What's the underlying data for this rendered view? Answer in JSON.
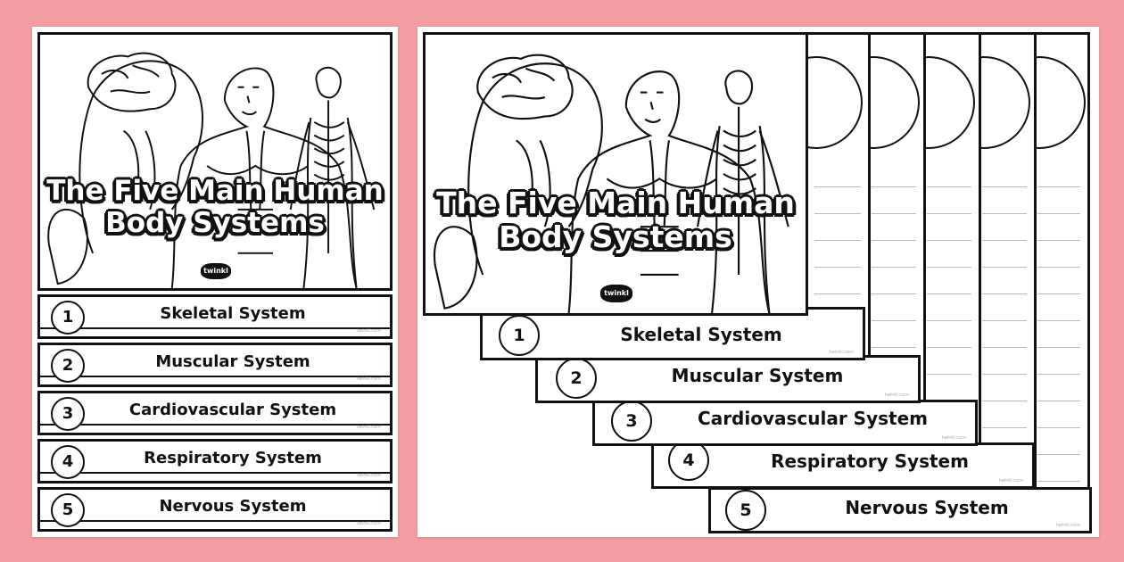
{
  "booklet": {
    "title_line1": "The Five Main Human",
    "title_line2": "Body Systems",
    "logo": "twinkl",
    "footer": "twinkl.com",
    "systems": [
      {
        "number": "1",
        "label": "Skeletal System"
      },
      {
        "number": "2",
        "label": "Muscular System"
      },
      {
        "number": "3",
        "label": "Cardiovascular System"
      },
      {
        "number": "4",
        "label": "Respiratory System"
      },
      {
        "number": "5",
        "label": "Nervous System"
      }
    ]
  },
  "colors": {
    "background": "#f49ea3",
    "ink": "#111111",
    "paper": "#ffffff"
  }
}
